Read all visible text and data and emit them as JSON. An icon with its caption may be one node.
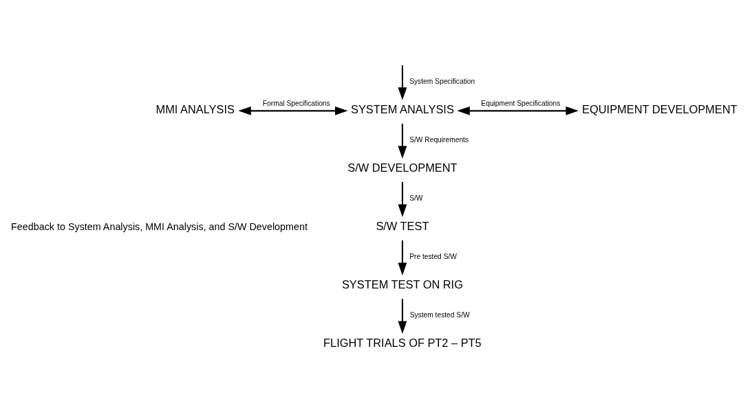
{
  "diagram": {
    "nodes": [
      {
        "text": [
          "MMI ANALYSIS"
        ]
      },
      {
        "text": [
          "SYSTEM ANALYSIS"
        ]
      },
      {
        "text": [
          "EQUIPMENT DEVELOPMENT"
        ]
      },
      {
        "text": [
          "S/W DEVELOPMENT"
        ]
      },
      {
        "text": [
          "S/W TEST"
        ]
      },
      {
        "text": [
          "SYSTEM TEST ON RIG"
        ]
      },
      {
        "text": [
          "FLIGHT TRIALS OF PT2 – PT5"
        ]
      }
    ],
    "edges": [
      {
        "from": null,
        "to": 1,
        "arrow": "to",
        "label": "System Specification"
      },
      {
        "from": 0,
        "to": 1,
        "arrow": "both",
        "label": "Formal Specifications"
      },
      {
        "from": 1,
        "to": 2,
        "arrow": "both",
        "label": "Equipment Specifications"
      },
      {
        "from": 1,
        "to": 3,
        "arrow": "to",
        "label": "S/W Requirements"
      },
      {
        "from": 3,
        "to": 4,
        "arrow": "to",
        "label": "S/W"
      },
      {
        "from": 4,
        "to": 5,
        "arrow": "to",
        "label": "Pre tested S/W"
      },
      {
        "from": 5,
        "to": 6,
        "arrow": "to",
        "label": "System tested S/W"
      }
    ],
    "labels": [
      "Feedback to System Analysis, MMI Analysis, and S/W Development"
    ]
  }
}
